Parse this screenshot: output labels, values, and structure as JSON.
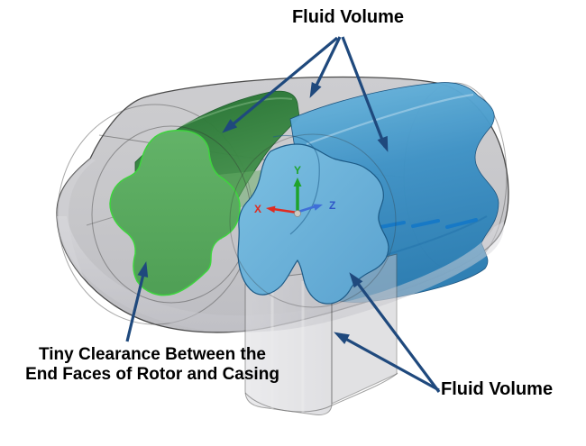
{
  "figure": {
    "annotations": {
      "top_label": "Fluid Volume",
      "bottom_left_label_line1": "Tiny Clearance Between the",
      "bottom_left_label_line2": "End Faces of Rotor and Casing",
      "bottom_right_label": "Fluid Volume"
    },
    "triad": {
      "x_label": "X",
      "y_label": "Y",
      "z_label": "Z"
    },
    "colors": {
      "annotation_arrow_navy": "#1f497d",
      "label_text_black": "#000000",
      "casing_gray": "#c9c9cc",
      "male_rotor_green": "#55a85c",
      "male_rotor_dark_green": "#2b7437",
      "female_rotor_blue": "#66b0d8",
      "female_rotor_dark_blue": "#2e83bb",
      "axis_x_red": "#e02b20",
      "axis_y_green": "#1fa32b",
      "axis_z_blue": "#3f6fd8"
    }
  }
}
